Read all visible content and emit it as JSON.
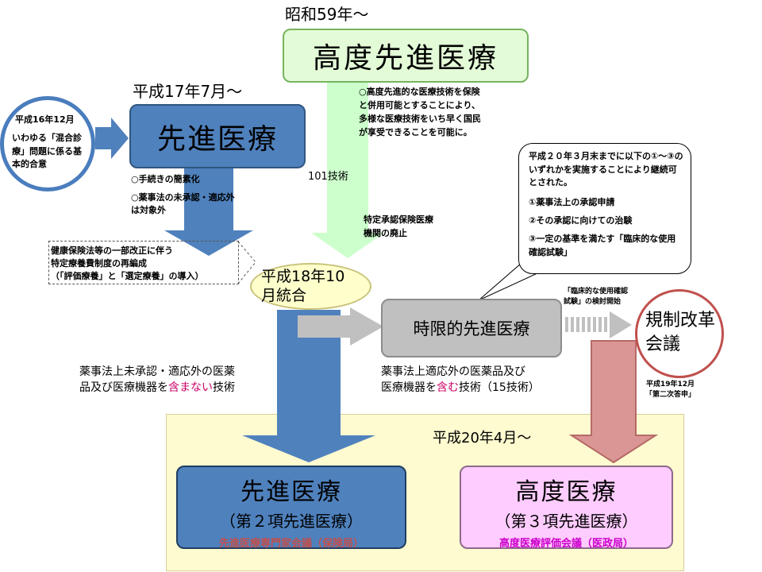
{
  "top_date": "昭和59年～",
  "box_kodo_top": "高度先進医療",
  "kodo_desc": [
    "○高度先進的な医療技術を保険",
    "と併用可能とすることにより、",
    "多様な医療技術をいち早く国民",
    "が享受できることを可能に。"
  ],
  "h17_date": "平成17年7月～",
  "box_senshin_top": "先進医療",
  "senshin_notes": [
    "○手続きの簡素化",
    "○薬事法の未承認・適応外",
    "は対象外"
  ],
  "h16_circle": {
    "title": "平成16年12月",
    "body": "いわゆる「混合診療」問題に係る基本的合意"
  },
  "label_101": "101技術",
  "label_tokutei": [
    "特定承認保険医療",
    "機関の廃止"
  ],
  "dashed_callout": [
    "健康保険法等の一部改正に伴う",
    "特定療養費制度の再編成",
    "（「評価療養」と「選定療養」の導入）"
  ],
  "h18_ellipse": "平成18年10月統合",
  "box_jigen": "時限的先進医療",
  "bubble": {
    "intro": "平成２０年３月末までに以下の①～③のいずれかを実施することにより継続可とされた。",
    "items": [
      "①薬事法上の承認申請",
      "②その承認に向けての治験",
      "③一定の基準を満たす「臨床的な使用確認試験」"
    ]
  },
  "rinsho_label": [
    "「臨床的な使用確認",
    "試験」の検討開始"
  ],
  "kisei_circle": "規制改革会議",
  "h19_label": [
    "平成19年12月",
    "「第二次答申」"
  ],
  "left_bottom_desc": {
    "line1": "薬事法上未承認・適応外の医薬",
    "line2_pre": "品及び医療機器を",
    "line2_em": "含まない",
    "line2_post": "技術"
  },
  "right_bottom_desc": {
    "line1": "薬事法上適応外の医薬品及び",
    "line2_pre": "医療機器を",
    "line2_em": "含む",
    "line2_post": "技術（15技術）"
  },
  "h20_date": "平成20年4月～",
  "box_senshin_bottom": {
    "title": "先進医療",
    "sub": "（第２項先進医療）",
    "note": "先進医療専門家会議（保険局）"
  },
  "box_kodo_bottom": {
    "title": "高度医療",
    "sub": "（第３項先進医療）",
    "note": "高度医療評価会議（医政局）"
  },
  "colors": {
    "blue": "#4f81bd",
    "green_box": "#e3fbd7",
    "green_arrow": "#ccffcc",
    "gray": "#c0c0c0",
    "pink_box": "#ffccff",
    "red_arrow": "#d99694",
    "red_note": "#c0504d",
    "magenta_note": "#cc00cc",
    "yellow_region": "#fffbd0"
  }
}
